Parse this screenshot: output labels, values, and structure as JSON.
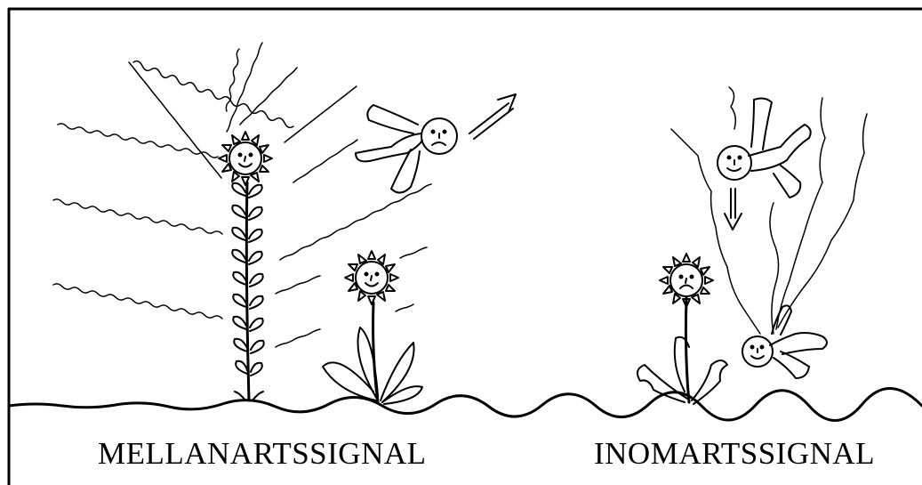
{
  "captions": {
    "left": "MELLANARTSSIGNAL",
    "right": "INOMARTSSIGNAL"
  },
  "palette": {
    "ink": "#000000",
    "paper": "#ffffff"
  },
  "icons": [
    "sun-flower-smiling",
    "flower-smiling",
    "flower-sad",
    "bee-sad",
    "bee-smiling",
    "arrow-up-right",
    "arrow-down"
  ]
}
